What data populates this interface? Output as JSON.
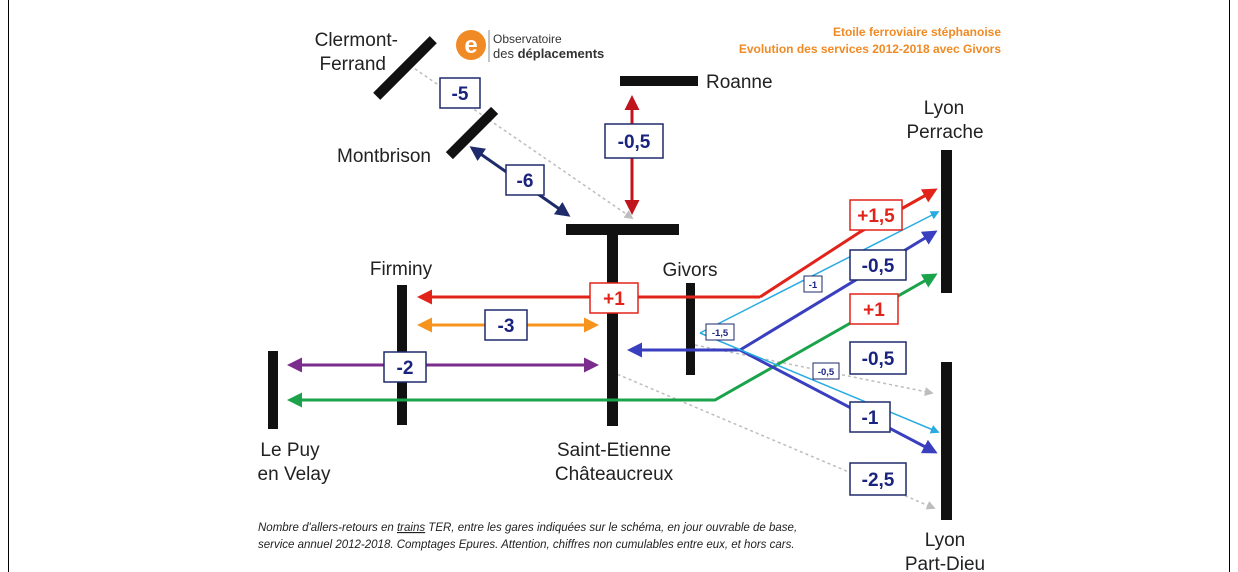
{
  "title": {
    "line1": "Etoile ferroviaire stéphanoise",
    "line2": "Evolution des services 2012-2018 avec Givors"
  },
  "logo": {
    "letter": "e",
    "line1": "Observatoire",
    "line2_prefix": "des ",
    "line2_bold": "déplacements"
  },
  "stations": {
    "clermont_1": "Clermont-",
    "clermont_2": "Ferrand",
    "montbrison": "Montbrison",
    "roanne": "Roanne",
    "lyon_perrache_1": "Lyon",
    "lyon_perrache_2": "Perrache",
    "firminy": "Firminy",
    "givors": "Givors",
    "le_puy_1": "Le Puy",
    "le_puy_2": "en Velay",
    "saint_etienne_1": "Saint-Etienne",
    "saint_etienne_2": "Châteaucreux",
    "lyon_part_dieu_1": "Lyon",
    "lyon_part_dieu_2": "Part-Dieu"
  },
  "values": {
    "clermont": "-5",
    "montbrison": "-6",
    "roanne": "-0,5",
    "perrache_red": "+1,5",
    "perrache_blue": "-0,5",
    "perrache_green": "+1",
    "firminy_red": "+1",
    "firminy_orange": "-3",
    "lepuy_purple": "-2",
    "givors_small_1": "-1",
    "givors_small_15": "-1,5",
    "givors_small_05": "-0,5",
    "partdieu_grey_05": "-0,5",
    "partdieu_blue": "-1",
    "partdieu_grey_25": "-2,5"
  },
  "colors": {
    "red": "#e2231a",
    "orange": "#f7941d",
    "purple": "#7b2d8e",
    "green": "#1aa34a",
    "navy": "#1f2a6b",
    "blue": "#3a3fbf",
    "lightblue": "#29abe2",
    "darkred": "#c0151d",
    "grey": "#bdbdbd",
    "title_orange": "#f08a24"
  },
  "footnote": {
    "line1_a": "Nombre d'allers-retours en ",
    "line1_u": "trains",
    "line1_b": " TER, entre les gares indiquées sur le schéma, en jour ouvrable de base,",
    "line2": "service annuel 2012-2018. Comptages Epures. Attention, chiffres non cumulables entre eux, et hors cars."
  }
}
